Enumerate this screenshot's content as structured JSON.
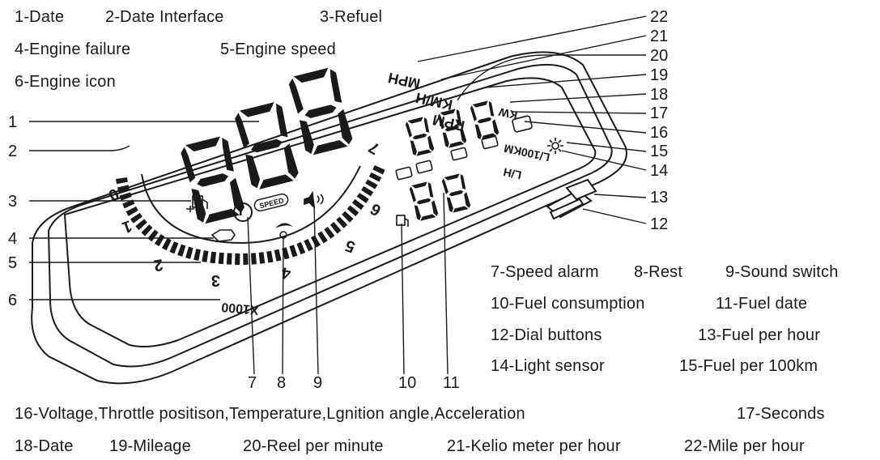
{
  "legend_top": {
    "date": "1-Date",
    "date_interface": "2-Date Interface",
    "refuel": "3-Refuel",
    "engine_failure": "4-Engine failure",
    "engine_speed": "5-Engine speed",
    "engine_icon": "6-Engine icon"
  },
  "legend_right": {
    "speed_alarm": "7-Speed alarm",
    "rest": "8-Rest",
    "sound_switch": "9-Sound switch",
    "fuel_consumption": "10-Fuel consumption",
    "fuel_date": "11-Fuel date",
    "dial_buttons": "12-Dial buttons",
    "fuel_per_hour": "13-Fuel per hour",
    "light_sensor": "14-Light sensor",
    "fuel_per_100km": "15-Fuel per 100km"
  },
  "legend_bottom": {
    "voltage_etc": "16-Voltage,Throttle positison,Temperature,Lgnition angle,Acceleration",
    "seconds": "17-Seconds",
    "date18": "18-Date",
    "mileage": "19-Mileage",
    "reel_per_minute": "20-Reel per minute",
    "kelio_meter": "21-Kelio meter per hour",
    "mile_per_hour": "22-Mile per hour"
  },
  "callouts_left": [
    "1",
    "2",
    "3",
    "4",
    "5",
    "6"
  ],
  "callouts_right": [
    "22",
    "21",
    "20",
    "19",
    "18",
    "17",
    "16",
    "15",
    "14",
    "13",
    "12"
  ],
  "callouts_bottom": [
    "7",
    "8",
    "9",
    "10",
    "11"
  ],
  "display_text": {
    "mph": "MPH",
    "kmh": "KM/H",
    "rpm": "RPM",
    "kw": "KW",
    "l_per_100km": "L/100KM",
    "l_per_h": "L/H",
    "speed_badge": "SPEED",
    "x1000": "X1000",
    "dial_0": "0",
    "dial_1": "1",
    "dial_2": "2",
    "dial_3": "3",
    "dial_4": "4",
    "dial_5": "5",
    "dial_6": "6",
    "dial_7": "7"
  }
}
